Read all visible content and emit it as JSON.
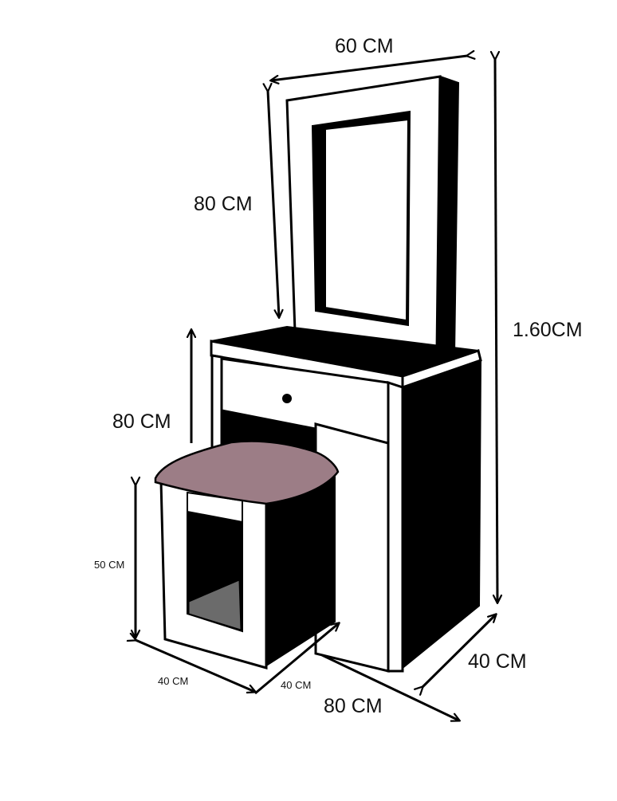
{
  "title": "",
  "colors": {
    "outline": "#000000",
    "wood_white": "#ffffff",
    "seat_cushion": "#9c7d86",
    "shelf_floor": "#6b6b6b",
    "background": "#ffffff"
  },
  "dimensions": {
    "mirror_width": "60 CM",
    "mirror_height": "80 CM",
    "total_height": "1.60CM",
    "table_height": "80 CM",
    "stool_height": "50 CM",
    "stool_width": "40 CM",
    "stool_depth": "40 CM",
    "table_width": "80 CM",
    "table_depth": "40 CM"
  }
}
